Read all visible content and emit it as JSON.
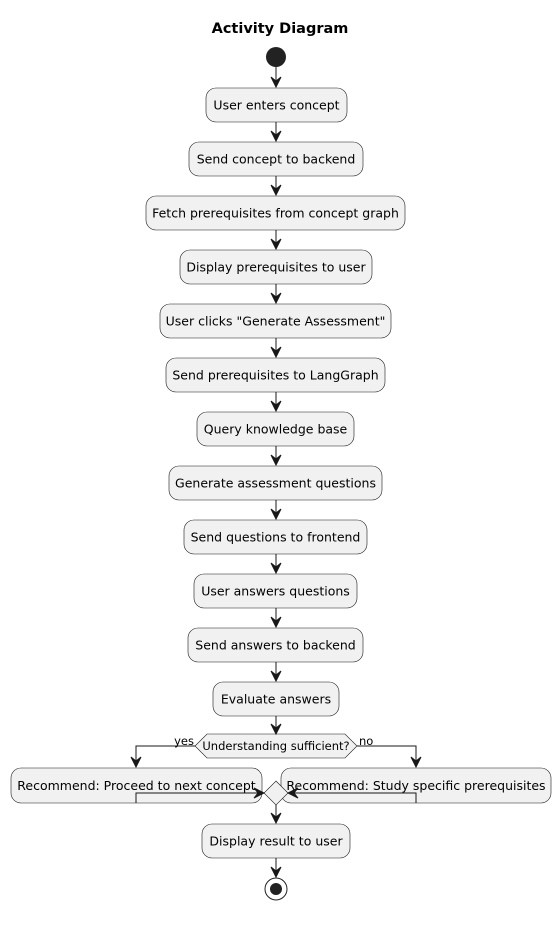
{
  "diagram": {
    "title": "Activity Diagram",
    "activities": [
      "User enters concept",
      "Send concept to backend",
      "Fetch prerequisites from concept graph",
      "Display prerequisites to user",
      "User clicks \"Generate Assessment\"",
      "Send prerequisites to LangGraph",
      "Query knowledge base",
      "Generate assessment questions",
      "Send questions to frontend",
      "User answers questions",
      "Send answers to backend",
      "Evaluate answers"
    ],
    "decision": {
      "question": "Understanding sufficient?",
      "yes_label": "yes",
      "no_label": "no",
      "yes_action": "Recommend: Proceed to next concept",
      "no_action": "Recommend: Study specific prerequisites"
    },
    "final_activity": "Display result to user",
    "colors": {
      "node_fill": "#f1f1f1",
      "stroke": "#181818",
      "start_node": "#222222"
    }
  }
}
